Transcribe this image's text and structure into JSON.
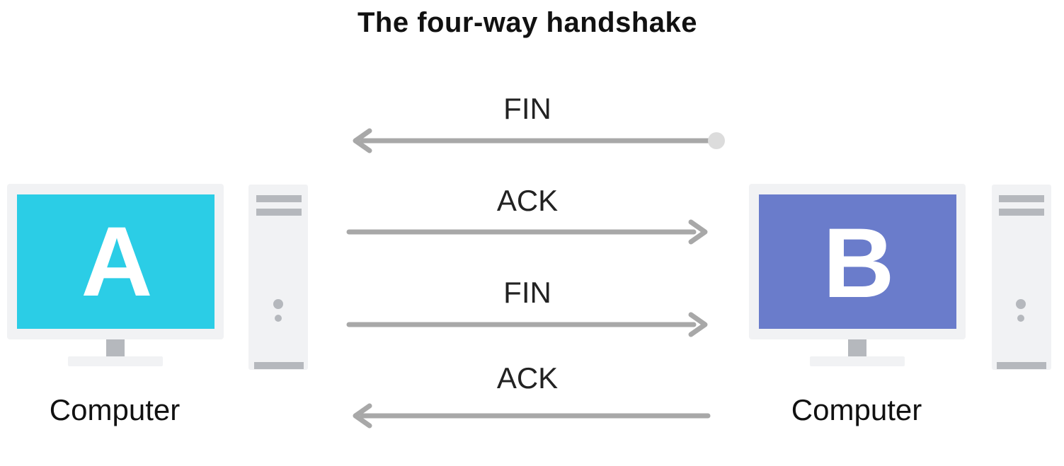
{
  "title": "The four-way handshake",
  "computers": [
    {
      "letter": "A",
      "label": "Computer",
      "screen_color": "#2BCDE6"
    },
    {
      "letter": "B",
      "label": "Computer",
      "screen_color": "#6A7CCB"
    }
  ],
  "messages": [
    {
      "label": "FIN",
      "direction": "B-to-A"
    },
    {
      "label": "ACK",
      "direction": "A-to-B"
    },
    {
      "label": "FIN",
      "direction": "A-to-B"
    },
    {
      "label": "ACK",
      "direction": "B-to-A"
    }
  ],
  "colors": {
    "arrow": "#a8a8a8",
    "frame": "#f1f2f4",
    "tower": "#f1f2f4",
    "tower_stripe": "#b5b8bd",
    "stand": "#b5b8bd"
  }
}
